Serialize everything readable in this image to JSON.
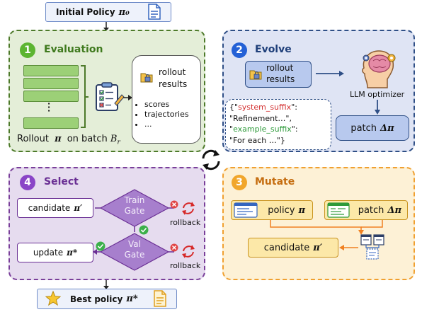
{
  "initial": {
    "label": "Initial Policy",
    "sym": "π₀"
  },
  "evaluation": {
    "num": "1",
    "title": "Evaluation",
    "rollout_title": "rollout\nresults",
    "bullets": [
      "scores",
      "trajectories",
      "..."
    ],
    "caption_pre": "Rollout",
    "caption_pi": "π",
    "caption_mid": "on batch",
    "caption_b": "B",
    "caption_sub": "r"
  },
  "evolve": {
    "num": "2",
    "title": "Evolve",
    "rollout_label": "rollout\nresults",
    "llm_label": "LLM optimizer",
    "patch_label": "patch",
    "patch_sym": "Δπ",
    "json_lines": [
      {
        "pre": "{\"",
        "key": "system_suffix",
        "post": "\":"
      },
      {
        "pre": "\"Refinement…\",",
        "key": "",
        "post": ""
      },
      {
        "pre": "\"",
        "key": "example_suffix",
        "post": "\":"
      },
      {
        "pre": "\"For each …\"}",
        "key": "",
        "post": ""
      }
    ]
  },
  "mutate": {
    "num": "3",
    "title": "Mutate",
    "policy_label": "policy",
    "policy_sym": "π",
    "patch_label": "patch",
    "patch_sym": "Δπ",
    "candidate_label": "candidate",
    "candidate_sym": "π′"
  },
  "select": {
    "num": "4",
    "title": "Select",
    "candidate_label": "candidate",
    "candidate_sym": "π′",
    "update_label": "update",
    "update_sym": "π*",
    "train_gate": "Train\nGate",
    "val_gate": "Val\nGate",
    "rollback1": "rollback",
    "rollback2": "rollback"
  },
  "best": {
    "label": "Best policy",
    "sym": "π*"
  },
  "colors": {
    "eval_bg": "#e4eed8",
    "eval_border": "#4d7a2a",
    "eval_num": "#5cb531",
    "evolve_bg": "#dfe4f4",
    "evolve_border": "#2f4f86",
    "evolve_num": "#2461d6",
    "mutate_bg": "#fdf1d6",
    "mutate_border": "#f0a030",
    "mutate_num": "#f1a62b",
    "select_bg": "#e6dcef",
    "select_border": "#7a3f9a",
    "select_num": "#8a45c7"
  }
}
